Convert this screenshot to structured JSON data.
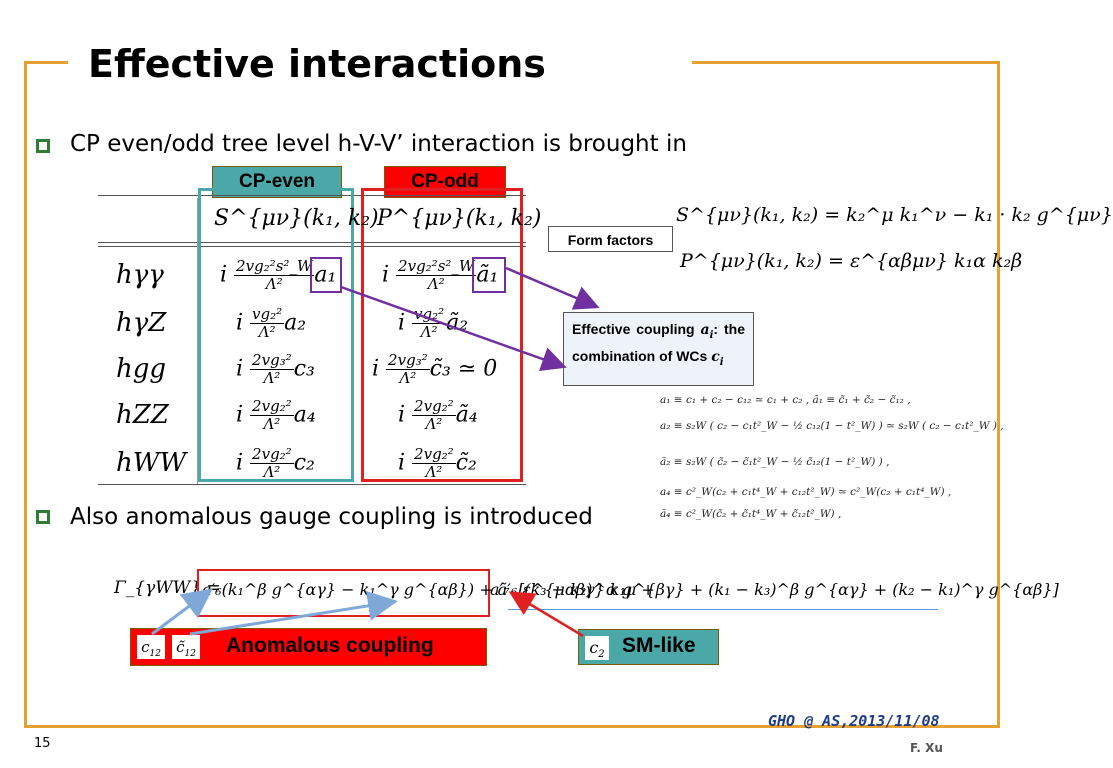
{
  "slide": {
    "title": "Effective interactions",
    "bullet1": "CP even/odd tree level h-V-V’ interaction is brought in",
    "bullet2": "Also anomalous gauge coupling is introduced",
    "page_number": "15",
    "footer_right": "GHO @ AS,2013/11/08",
    "author": "F. Xu"
  },
  "labels": {
    "cp_even": "CP-even",
    "cp_odd": "CP-odd",
    "form_factors": "Form factors",
    "effective_coupling": "Effective coupling",
    "effective_coupling_sym": "a",
    "effective_coupling_sub": "i",
    "effective_coupling_rest": "the combination of WCs",
    "wcs_sym": "c",
    "wcs_sub": "i",
    "anomalous_coupling": "Anomalous coupling",
    "sm_like": "SM-like",
    "sm_like_sym": "c",
    "sm_like_sub": "2",
    "c12": "c",
    "c12_sub": "12",
    "ct12": "c̃",
    "ct12_sub": "12"
  },
  "table": {
    "header_s": "S^{μν}(k₁, k₂)",
    "header_p": "P^{μν}(k₁, k₂)",
    "rows": [
      {
        "name": "hγγ",
        "s_pre": "i",
        "s_num": "2vg₂²s²_W",
        "s_den": "Λ²",
        "s_coef": "a₁",
        "p_pre": "i",
        "p_num": "2vg₂²s²_W",
        "p_den": "Λ²",
        "p_coef": "ã₁",
        "p_tail": ""
      },
      {
        "name": "hγZ",
        "s_pre": "i",
        "s_num": "vg₂²",
        "s_den": "Λ²",
        "s_coef": "a₂",
        "p_pre": "i",
        "p_num": "vg₂²",
        "p_den": "Λ²",
        "p_coef": "ã₂",
        "p_tail": ""
      },
      {
        "name": "hgg",
        "s_pre": "i",
        "s_num": "2vg₃²",
        "s_den": "Λ²",
        "s_coef": "c₃",
        "p_pre": "i",
        "p_num": "2vg₃²",
        "p_den": "Λ²",
        "p_coef": "c̃₃",
        "p_tail": " ≃ 0"
      },
      {
        "name": "hZZ",
        "s_pre": "i",
        "s_num": "2vg₂²",
        "s_den": "Λ²",
        "s_coef": "a₄",
        "p_pre": "i",
        "p_num": "2vg₂²",
        "p_den": "Λ²",
        "p_coef": "ã₄",
        "p_tail": ""
      },
      {
        "name": "hWW",
        "s_pre": "i",
        "s_num": "2vg₂²",
        "s_den": "Λ²",
        "s_coef": "c₂",
        "p_pre": "i",
        "p_num": "2vg₂²",
        "p_den": "Λ²",
        "p_coef": "c̃₂",
        "p_tail": ""
      }
    ]
  },
  "equations": {
    "s_def": "S^{μν}(k₁, k₂) = k₂^μ k₁^ν − k₁ · k₂ g^{μν}",
    "p_def": "P^{μν}(k₁, k₂) = ε^{αβμν} k₁α k₂β",
    "coef_lines": [
      "a₁ ≡ c₁ + c₂ − c₁₂ ≃ c₁ + c₂ ,  ã₁ ≡ c̃₁ + c̃₂ − c̃₁₂ ,",
      "a₂ ≡ s₂W ( c₂ − c₁t²_W − ½ c₁₂(1 − t²_W) ) ≃ s₂W ( c₂ − c₁t²_W ) ,",
      "ã₂ ≡ s₂W ( c̃₂ − c̃₁t²_W − ½ c̃₁₂(1 − t²_W) ) ,",
      "a₄ ≡ c²_W(c₂ + c₁t⁴_W + c₁₂t²_W) ≃ c²_W(c₂ + c₁t⁴_W) ,",
      "ã₄ ≡ c²_W(c̃₂ + c̃₁t⁴_W + c̃₁₂t²_W) ,"
    ],
    "gamma_lhs": "Γ_{γWW} =",
    "gamma_anom": "a′₆(k₁^β g^{αγ} − k₁^γ g^{αβ}) + ã′₆ ε^{μαβγ} k₁μ + ",
    "gamma_a7": "a′₇",
    "gamma_sm": "[(k₃ − k₂)^α g^{βγ} + (k₁ − k₃)^β g^{αγ} + (k₂ − k₁)^γ g^{αβ}]"
  },
  "colors": {
    "frame": "#E8A030",
    "teal": "#4AA8A8",
    "red": "#E02020",
    "purple": "#7030A0",
    "arrow_blue": "#7FA7D8",
    "bullet": "#2E7D32",
    "footer": "#1F3C88"
  }
}
